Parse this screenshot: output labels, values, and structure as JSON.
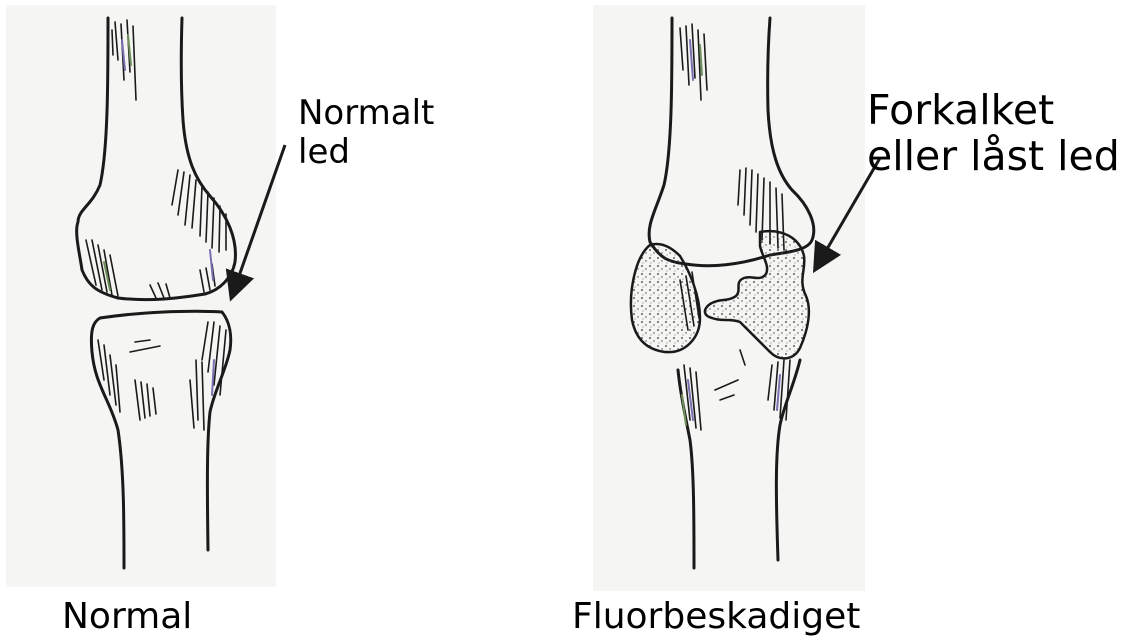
{
  "figure": {
    "left_panel": {
      "annotation_lines": [
        "Normalt",
        "led"
      ],
      "caption": "Normal"
    },
    "right_panel": {
      "annotation_lines": [
        "Forkalket",
        "eller låst led"
      ],
      "caption": "Fluorbeskadiget"
    }
  },
  "colors": {
    "paper": "#f5f5f3",
    "ink": "#1a1a1a",
    "hatch_accent": "#7b6fb0",
    "hatch_green": "#6e8f5a"
  }
}
